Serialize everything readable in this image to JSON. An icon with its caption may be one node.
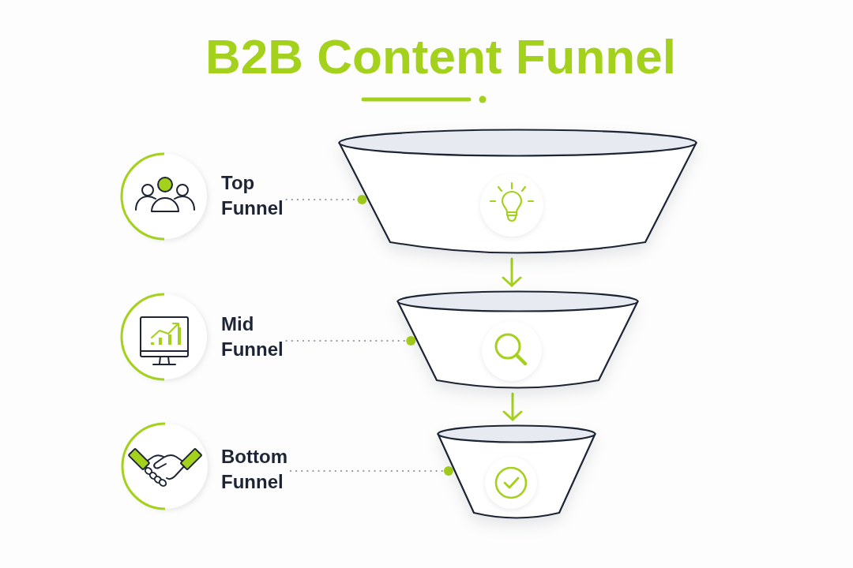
{
  "diagram": {
    "title": "B2B Content Funnel",
    "nodes": [
      {
        "text": [
          "Top Funnel"
        ]
      },
      {
        "text": [],
        "shape": "funnel"
      },
      {
        "text": [
          "Mid Funnel"
        ]
      },
      {
        "text": [],
        "shape": "funnel"
      },
      {
        "text": [
          "Bottom Funnel"
        ]
      },
      {
        "text": [],
        "shape": "funnel"
      }
    ],
    "edges": [
      {
        "from": 0,
        "to": 1,
        "arrow": "other",
        "style": "dashed"
      },
      {
        "from": 2,
        "to": 3,
        "arrow": "other",
        "style": "dashed"
      },
      {
        "from": 4,
        "to": 5,
        "arrow": "other",
        "style": "dashed"
      },
      {
        "from": 1,
        "to": 3,
        "arrow": "to",
        "color": "#a4d11c"
      },
      {
        "from": 3,
        "to": 5,
        "arrow": "to",
        "color": "#a4d11c"
      }
    ]
  }
}
